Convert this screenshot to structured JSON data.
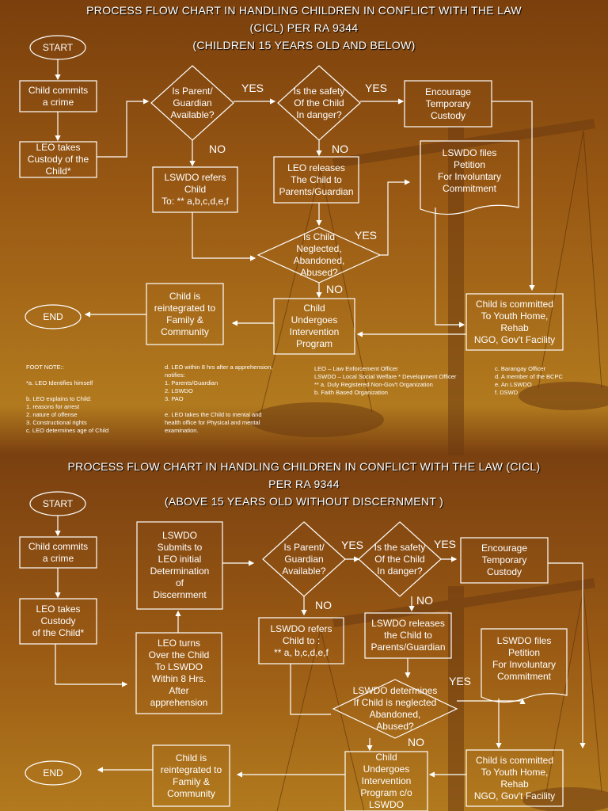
{
  "chart1": {
    "title_lines": [
      "PROCESS FLOW CHART IN HANDLING CHILDREN IN CONFLICT WITH THE LAW",
      "(CICL) PER RA 9344",
      "(CHILDREN 15 YEARS OLD AND BELOW)"
    ],
    "start": "START",
    "end": "END",
    "commit": "Child commits\na crime",
    "leo_custody": "LEO takes\nCustody of the\nChild*",
    "parent_q": "Is Parent/\nGuardian\nAvailable?",
    "safety_q": "Is the safety\nOf the Child\nIn danger?",
    "encourage": "Encourage\nTemporary\nCustody",
    "lswdo_refers": "LSWDO refers\nChild\nTo: ** a,b,c,d,e,f",
    "leo_releases": "LEO releases\nThe Child to\nParents/Guardian",
    "petition": "LSWDO files\nPetition\nFor Involuntary\nCommitment",
    "neglect_q": "Is Child\nNeglected,\nAbandoned,\nAbused?",
    "reintegrated": "Child is\nreintegrated to\nFamily &\nCommunity",
    "intervention": "Child\nUndergoes\nIntervention\nProgram",
    "committed": "Child is committed\nTo Youth Home,\nRehab\nNGO, Gov't Facility",
    "yes1": "YES",
    "yes2": "YES",
    "yes3": "YES",
    "no1": "NO",
    "no2": "NO",
    "no3": "NO",
    "footnote_a": "FOOT NOTE::\n\n*a. LEO Identifies himself\n\nb. LEO explains to Child:\n      1. reasons for arrest\n      2. nature of offense\n      3. Constructional rights\nc. LEO determines age of Child",
    "footnote_b": "d. LEO within 8 hrs after a apprehension,\n    notifies:\n              1. Parents/Guardian\n              2. LSWDO\n              3. PAO\n\ne. LEO takes the Child to mental and\n    health office for Physical and mental\n    examination.",
    "footnote_c": "LEO – Law Enforcement Officer\nLSWDO – Local Social Welfare * Development Officer\n** a. Duly Registered Non-Gov't Organization\n     b. Faith Based Organization",
    "footnote_d": "c. Barangay Officer\nd. A member of the BCPC\ne. An LSWDO\nf. DSWD"
  },
  "chart2": {
    "title_lines": [
      "PROCESS FLOW CHART IN HANDLING CHILDREN IN CONFLICT WITH THE LAW (CICL)",
      "PER RA 9344",
      "(ABOVE 15 YEARS OLD WITHOUT DISCERNMENT )"
    ],
    "start": "START",
    "end": "END",
    "commit": "Child commits\na crime",
    "leo_custody": "LEO takes\nCustody\nof the Child*",
    "determination": "LSWDO\nSubmits to\nLEO initial\nDetermination\nof\nDiscernment",
    "leo_turns": "LEO turns\nOver the Child\nTo LSWDO\nWithin 8 Hrs.\nAfter\napprehension",
    "parent_q": "Is Parent/\nGuardian\nAvailable?",
    "safety_q": "Is the safety\nOf the Child\nIn danger?",
    "encourage": "Encourage\nTemporary\nCustody",
    "lswdo_refers": "LSWDO refers\nChild to :\n** a, b,c,d,e,f",
    "lswdo_releases": "LSWDO releases\nthe Child to\nParents/Guardian",
    "petition": "LSWDO files\nPetition\nFor Involuntary\nCommitment",
    "neglect_q": "LSWDO determines\nIf Child is neglected\nAbandoned,\nAbused?",
    "reintegrated": "Child is\nreintegrated to\nFamily &\nCommunity",
    "intervention": "Child\nUndergoes\nIntervention\nProgram c/o\nLSWDO",
    "committed": "Child is committed\nTo Youth Home,\nRehab\nNGO, Gov't Facility",
    "yes1": "YES",
    "yes2": "YES",
    "yes3": "YES",
    "no1": "NO",
    "no2": "NO",
    "no3": "NO"
  },
  "colors": {
    "background": "#9a5a14",
    "line": "#ffffff",
    "text": "#ffffff"
  }
}
